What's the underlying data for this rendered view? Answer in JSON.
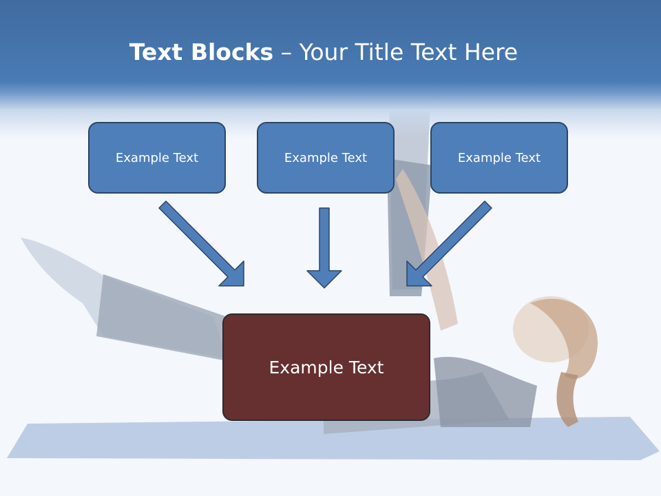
{
  "title": {
    "bold": "Text Blocks",
    "rest": " – Your Title Text Here"
  },
  "blocks": {
    "left": "Example Text",
    "center": "Example Text",
    "right": "Example Text",
    "bottom": "Example Text"
  },
  "colors": {
    "header": "#4a7bb5",
    "small_block": "#4f7fb9",
    "big_block": "#663030",
    "arrow": "#4f7fb9"
  }
}
